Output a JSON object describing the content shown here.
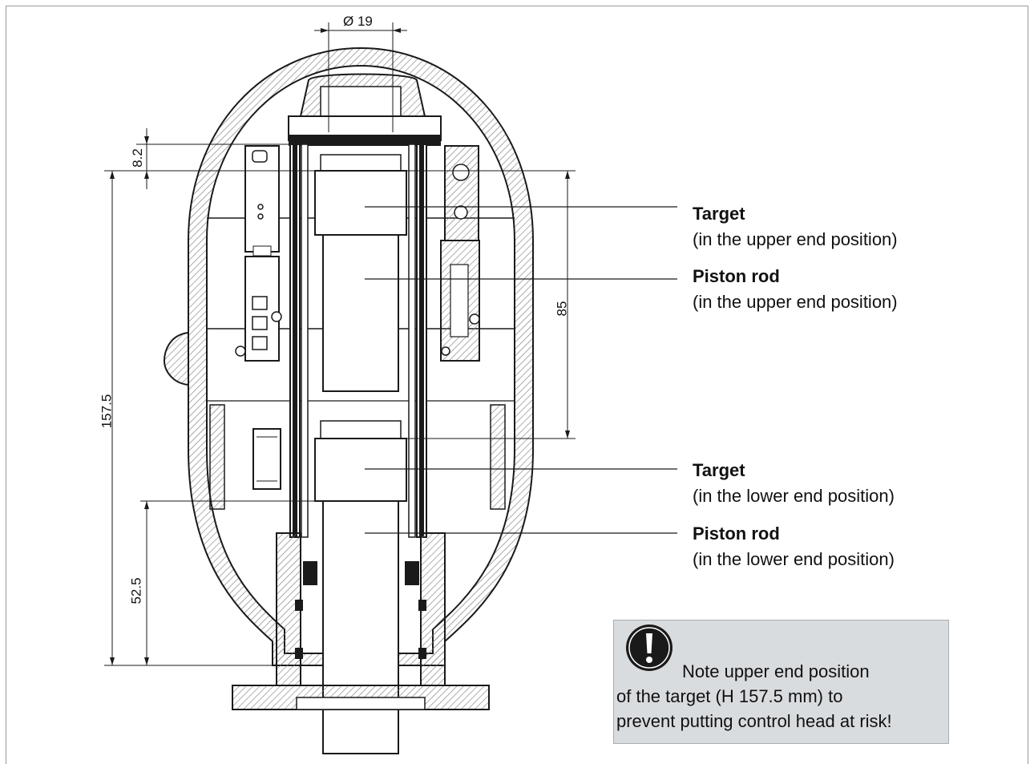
{
  "dimensions": {
    "diameter": "Ø 19",
    "top_offset": "8.2",
    "target_travel": "85",
    "total_height": "157.5",
    "lower_height": "52.5"
  },
  "callouts": [
    {
      "title": "Target",
      "subtitle": "(in the upper end position)"
    },
    {
      "title": "Piston rod",
      "subtitle": "(in the upper end position)"
    },
    {
      "title": "Target",
      "subtitle": "(in the lower end position)"
    },
    {
      "title": "Piston rod",
      "subtitle": "(in the lower end position)"
    }
  ],
  "note": {
    "icon": "exclamation-icon",
    "line1": "Note upper end position",
    "line2": "of the target (H 157.5 mm) to",
    "line3": "prevent putting control head at risk!"
  },
  "colors": {
    "line": "#1a1a1a",
    "hatch": "#777777",
    "note_bg": "#d9dcdf"
  }
}
